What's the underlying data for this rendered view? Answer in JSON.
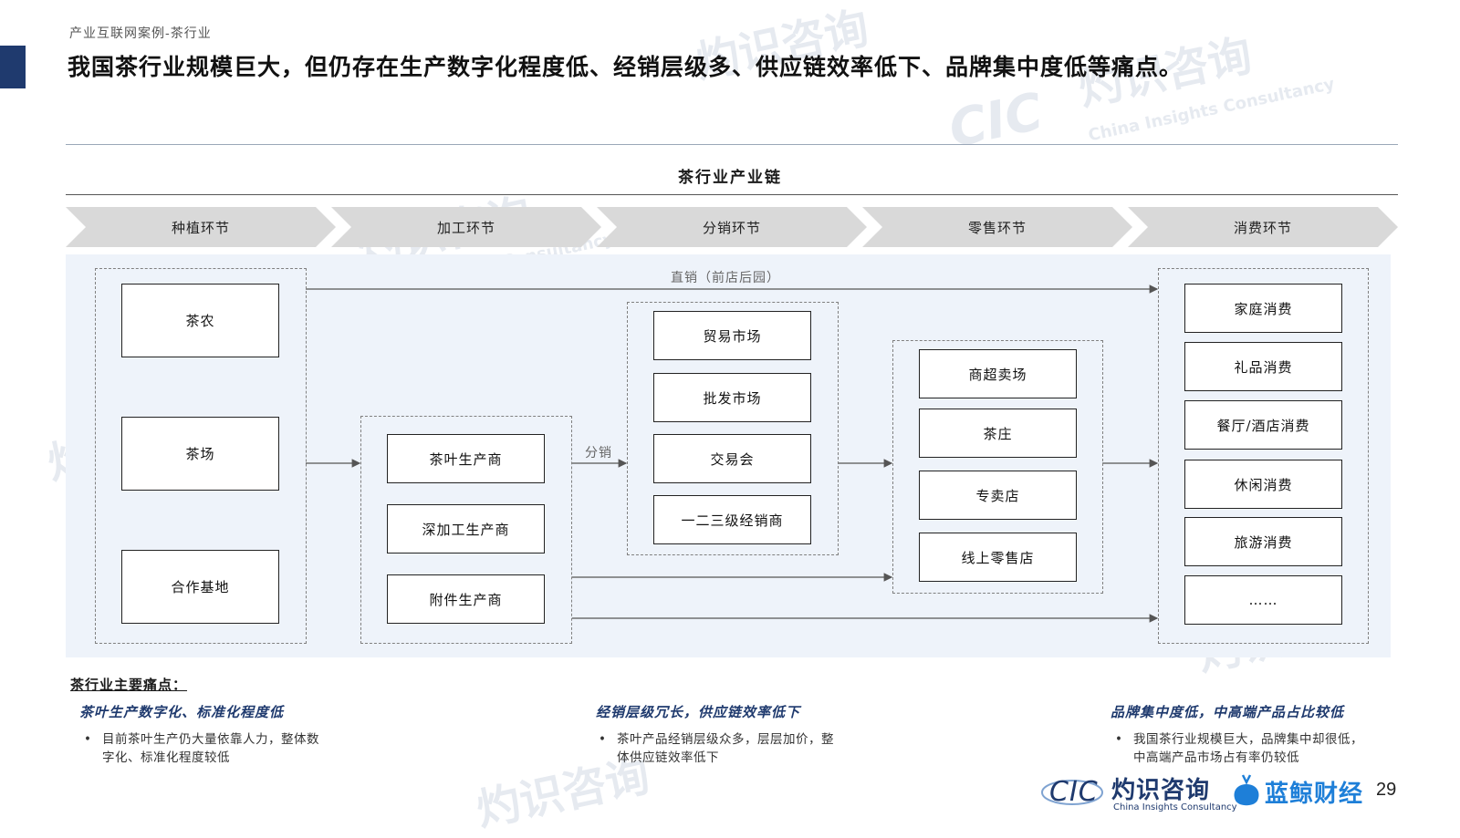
{
  "header": {
    "breadcrumb": "产业互联网案例-茶行业",
    "headline": "我国茶行业规模巨大，但仍存在生产数字化程度低、经销层级多、供应链效率低下、品牌集中度低等痛点。"
  },
  "diagram": {
    "title": "茶行业产业链",
    "stages": [
      "种植环节",
      "加工环节",
      "分销环节",
      "零售环节",
      "消费环节"
    ],
    "planting": [
      "茶农",
      "茶场",
      "合作基地"
    ],
    "processing": [
      "茶叶生产商",
      "深加工生产商",
      "附件生产商"
    ],
    "distribution": [
      "贸易市场",
      "批发市场",
      "交易会",
      "一二三级经销商"
    ],
    "retail": [
      "商超卖场",
      "茶庄",
      "专卖店",
      "线上零售店"
    ],
    "consumption": [
      "家庭消费",
      "礼品消费",
      "餐厅/酒店消费",
      "休闲消费",
      "旅游消费",
      "……"
    ],
    "labels": {
      "direct_sales": "直销（前店后园）",
      "distribute": "分销"
    }
  },
  "pain_points": {
    "title": "茶行业主要痛点：",
    "items": [
      {
        "heading": "茶叶生产数字化、标准化程度低",
        "lines": [
          "目前茶叶生产仍大量依靠人力，整体数",
          "字化、标准化程度较低"
        ]
      },
      {
        "heading": "经销层级冗长，供应链效率低下",
        "lines": [
          "茶叶产品经销层级众多，层层加价，整",
          "体供应链效率低下"
        ]
      },
      {
        "heading": "品牌集中度低，中高端产品占比较低",
        "lines": [
          "我国茶行业规模巨大，品牌集中却很低，",
          "中高端产品市场占有率仍较低"
        ]
      }
    ]
  },
  "footer": {
    "logo_cic": "CIC",
    "logo_cn": "灼识咨询",
    "logo_en": "China Insights Consultancy",
    "logo_blue": "蓝鲸财经",
    "page_number": "29"
  },
  "watermarks": {
    "cn": "灼识咨询",
    "en": "China Insights Consultancy",
    "cic": "CIC"
  },
  "colors": {
    "accent": "#1f3a6e",
    "stage_bg": "#d9d9d9",
    "panel_bg": "#eef3fa",
    "brand_blue": "#1e7fd8"
  }
}
